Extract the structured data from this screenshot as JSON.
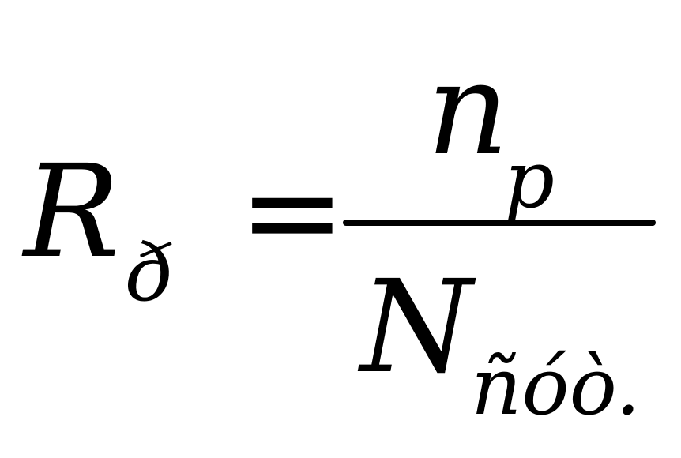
{
  "formula": {
    "lhs": {
      "symbol": "R",
      "subscript": "ð"
    },
    "operator": "=",
    "numerator": {
      "symbol": "n",
      "subscript": "p"
    },
    "denominator": {
      "symbol": "N",
      "subscript": "ñóò."
    }
  }
}
